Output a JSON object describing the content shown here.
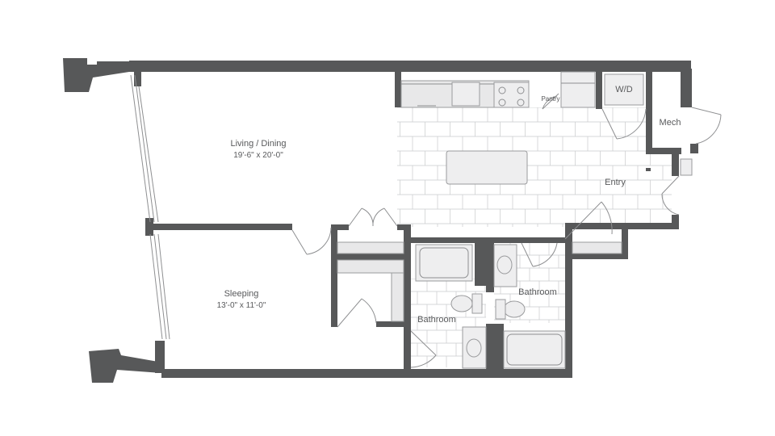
{
  "rooms": {
    "living": {
      "name": "Living / Dining",
      "dims": "19'-6\" x 20'-0\""
    },
    "sleeping": {
      "name": "Sleeping",
      "dims": "13'-0\" x 11'-0\""
    },
    "entry": {
      "name": "Entry"
    },
    "mech": {
      "name": "Mech"
    },
    "washer_dryer": {
      "name": "W/D"
    },
    "pantry": {
      "name": "Pantry"
    },
    "bath_right": {
      "name": "Bathroom"
    },
    "bath_left": {
      "name": "Bathroom"
    }
  },
  "colors": {
    "wall": "#575859",
    "tile_line": "#c9cacc",
    "fixture_fill": "#eeeeef",
    "text": "#58595b"
  }
}
